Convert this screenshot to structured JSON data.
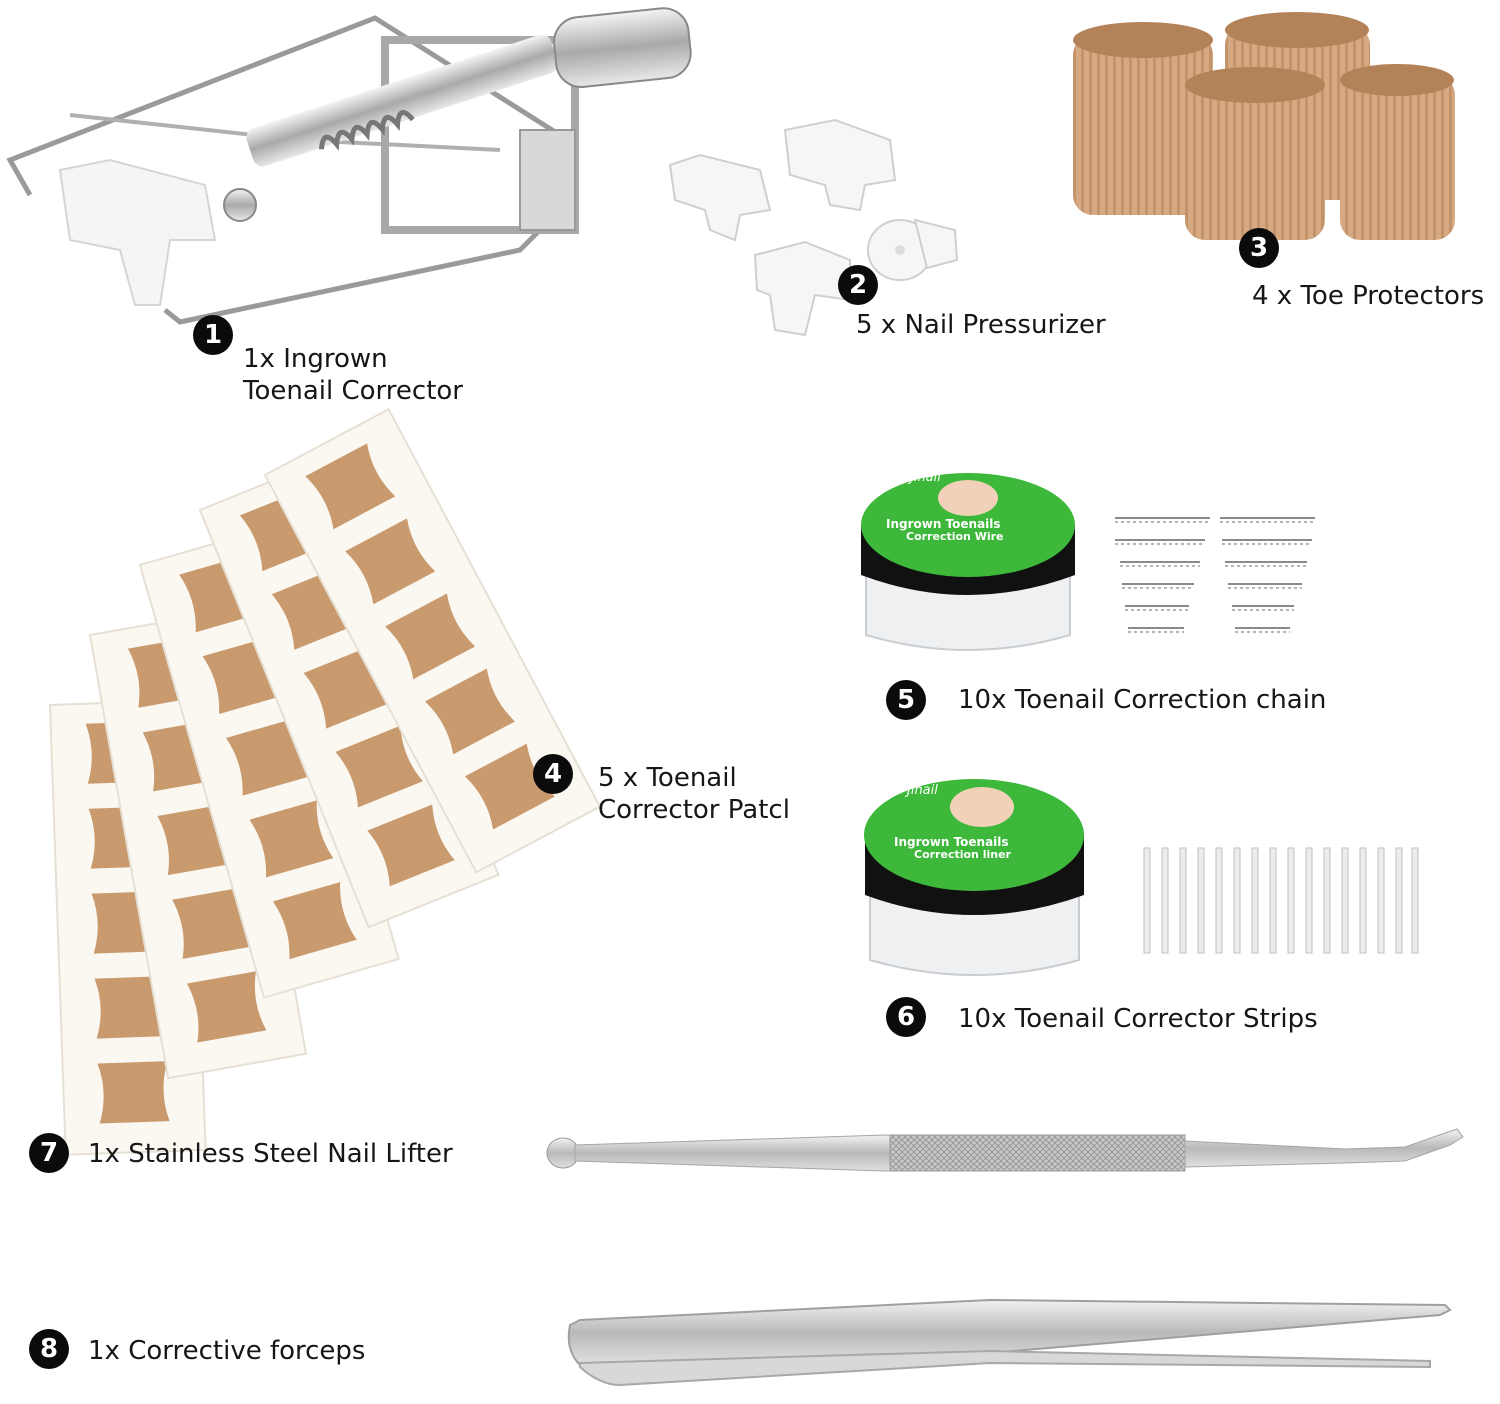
{
  "items": [
    {
      "number": "1",
      "line1": "1x Ingrown",
      "line2": "Toenail Corrector",
      "icon": "toenail-corrector-icon"
    },
    {
      "number": "2",
      "line1": "5 x Nail Pressurizer",
      "icon": "nail-pressurizer-icon"
    },
    {
      "number": "3",
      "line1": "4 x Toe Protectors",
      "icon": "toe-protector-icon"
    },
    {
      "number": "4",
      "line1": "5 x Toenail",
      "line2": "Corrector Patcl",
      "icon": "corrector-patch-icon"
    },
    {
      "number": "5",
      "line1": "10x Toenail Correction chain",
      "icon": "correction-chain-icon"
    },
    {
      "number": "6",
      "line1": "10x Toenail Corrector Strips",
      "icon": "corrector-strip-icon"
    },
    {
      "number": "7",
      "line1": "1x Stainless Steel Nail Lifter",
      "icon": "nail-lifter-icon"
    },
    {
      "number": "8",
      "line1": "1x Corrective forceps",
      "icon": "forceps-icon"
    }
  ],
  "jars": {
    "brand": "Jinail",
    "wire_line1": "Ingrown Toenails",
    "wire_line2": "Correction Wire",
    "liner_line1": "Ingrown Toenails",
    "liner_line2": "Correction liner"
  },
  "colors": {
    "badge": "#0b0b0b",
    "patch": "#c99a6e",
    "protector": "#d6a982",
    "metal": "#c8c8c8",
    "jar_label": "#3db83a"
  }
}
